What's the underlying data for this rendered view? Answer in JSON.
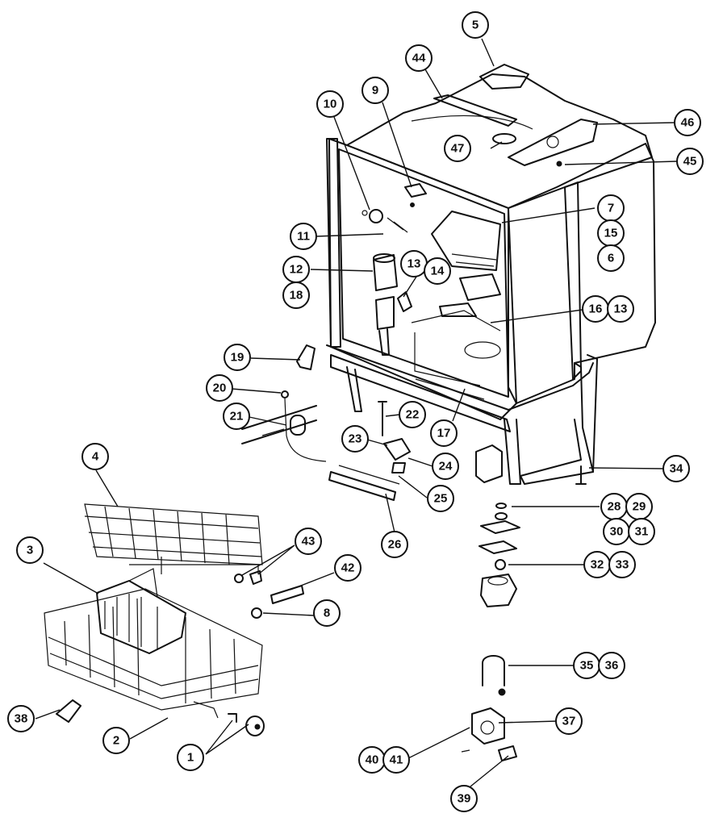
{
  "callouts": [
    {
      "id": "c1",
      "label": "1"
    },
    {
      "id": "c2",
      "label": "2"
    },
    {
      "id": "c3",
      "label": "3"
    },
    {
      "id": "c4",
      "label": "4"
    },
    {
      "id": "c5",
      "label": "5"
    },
    {
      "id": "c6",
      "label": "6"
    },
    {
      "id": "c7",
      "label": "7"
    },
    {
      "id": "c8",
      "label": "8"
    },
    {
      "id": "c9",
      "label": "9"
    },
    {
      "id": "c10",
      "label": "10"
    },
    {
      "id": "c11",
      "label": "11"
    },
    {
      "id": "c12",
      "label": "12"
    },
    {
      "id": "c13a",
      "label": "13"
    },
    {
      "id": "c13b",
      "label": "13"
    },
    {
      "id": "c14",
      "label": "14"
    },
    {
      "id": "c15",
      "label": "15"
    },
    {
      "id": "c16",
      "label": "16"
    },
    {
      "id": "c17",
      "label": "17"
    },
    {
      "id": "c18",
      "label": "18"
    },
    {
      "id": "c19",
      "label": "19"
    },
    {
      "id": "c20",
      "label": "20"
    },
    {
      "id": "c21",
      "label": "21"
    },
    {
      "id": "c22",
      "label": "22"
    },
    {
      "id": "c23",
      "label": "23"
    },
    {
      "id": "c24",
      "label": "24"
    },
    {
      "id": "c25",
      "label": "25"
    },
    {
      "id": "c26",
      "label": "26"
    },
    {
      "id": "c28",
      "label": "28"
    },
    {
      "id": "c29",
      "label": "29"
    },
    {
      "id": "c30",
      "label": "30"
    },
    {
      "id": "c31",
      "label": "31"
    },
    {
      "id": "c32",
      "label": "32"
    },
    {
      "id": "c33",
      "label": "33"
    },
    {
      "id": "c34",
      "label": "34"
    },
    {
      "id": "c35",
      "label": "35"
    },
    {
      "id": "c36",
      "label": "36"
    },
    {
      "id": "c37",
      "label": "37"
    },
    {
      "id": "c38",
      "label": "38"
    },
    {
      "id": "c39",
      "label": "39"
    },
    {
      "id": "c40",
      "label": "40"
    },
    {
      "id": "c41",
      "label": "41"
    },
    {
      "id": "c42",
      "label": "42"
    },
    {
      "id": "c43",
      "label": "43"
    },
    {
      "id": "c44",
      "label": "44"
    },
    {
      "id": "c45",
      "label": "45"
    },
    {
      "id": "c46",
      "label": "46"
    },
    {
      "id": "c47",
      "label": "47"
    }
  ]
}
